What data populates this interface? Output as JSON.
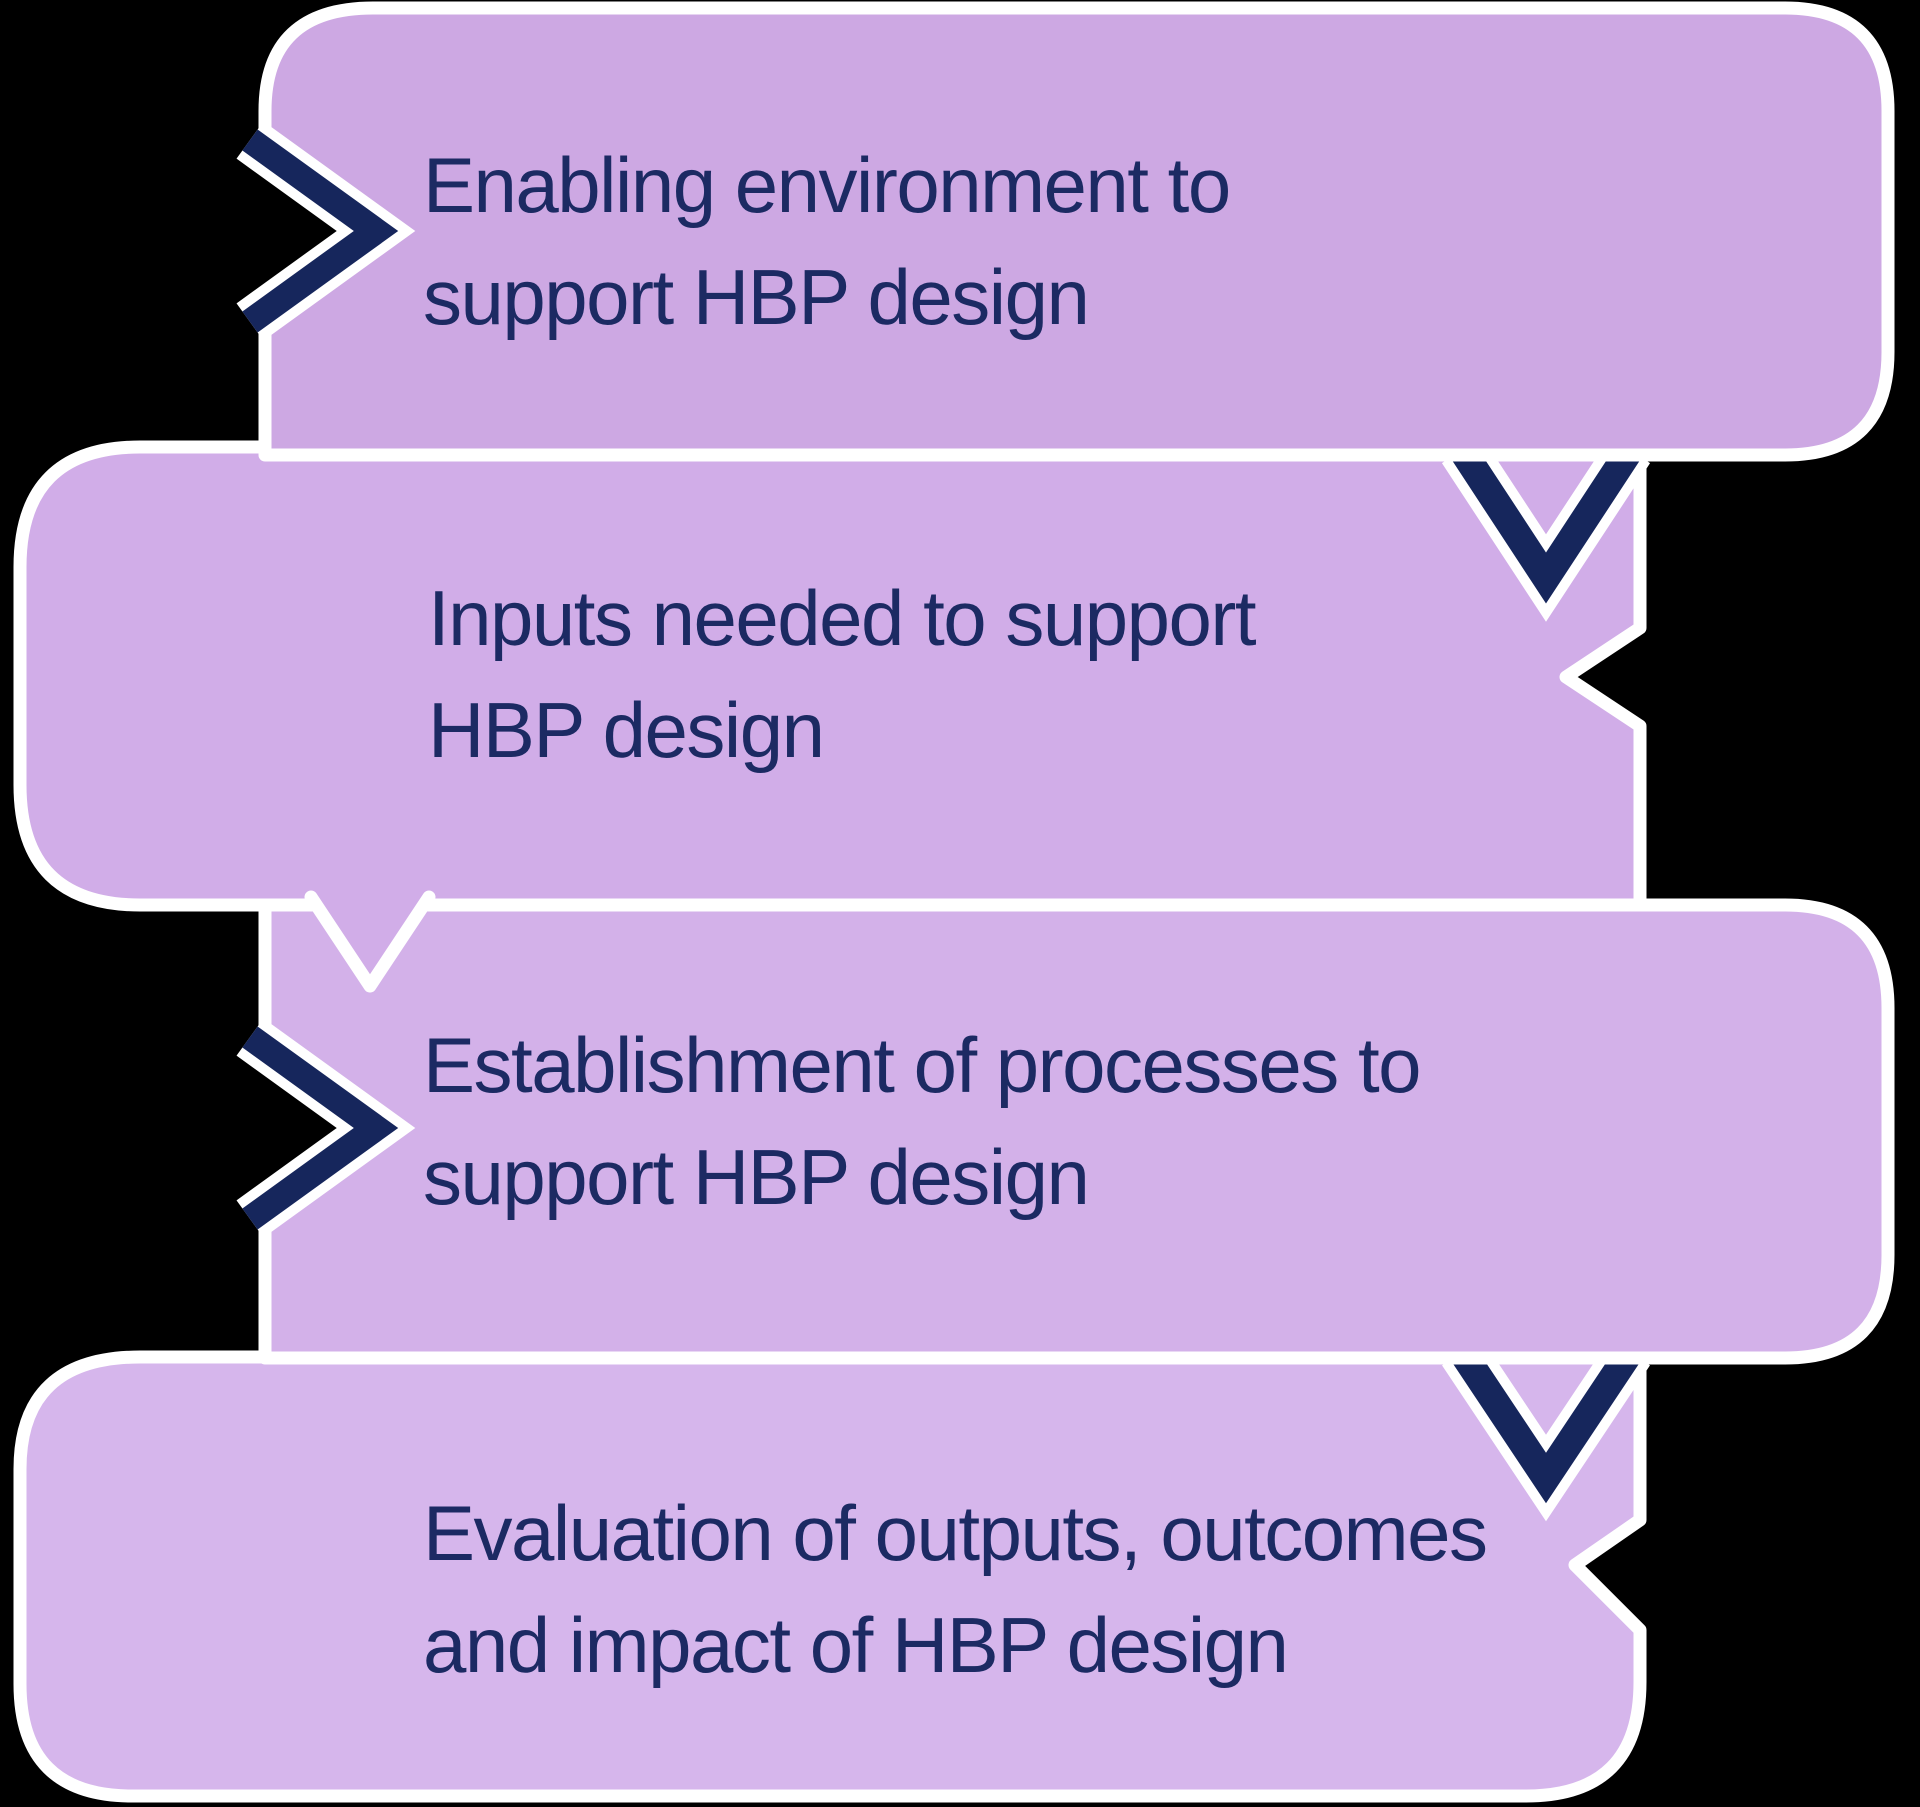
{
  "diagram": {
    "title": "HBP design process diagram",
    "background_color": "#000000",
    "outline_color": "#ffffff",
    "chevron_color": "#16265c",
    "text_color": "#1c2a63",
    "boxes": [
      {
        "label": "Enabling environment to support HBP design",
        "lines": [
          "Enabling environment to",
          "support HBP design"
        ],
        "fill": "#cda8e3",
        "marker": "chevron-right"
      },
      {
        "label": "Inputs needed to support HBP design",
        "lines": [
          "Inputs needed to support",
          "HBP design"
        ],
        "fill": "#d1ade8",
        "marker": "none"
      },
      {
        "label": "Establishment of processes to support HBP design",
        "lines": [
          "Establishment of processes to",
          "support HBP design"
        ],
        "fill": "#d3b1e9",
        "marker": "chevron-right"
      },
      {
        "label": "Evaluation of outputs, outcomes and impact of HBP design",
        "lines": [
          "Evaluation of outputs, outcomes",
          "and impact of HBP design"
        ],
        "fill": "#d6b6ec",
        "marker": "none"
      }
    ],
    "connectors": [
      {
        "type": "chevron-down",
        "between": "box-1 and box-2"
      },
      {
        "type": "flow-tab",
        "between": "box-2 and box-3"
      },
      {
        "type": "chevron-down",
        "between": "box-3 and box-4"
      }
    ]
  }
}
